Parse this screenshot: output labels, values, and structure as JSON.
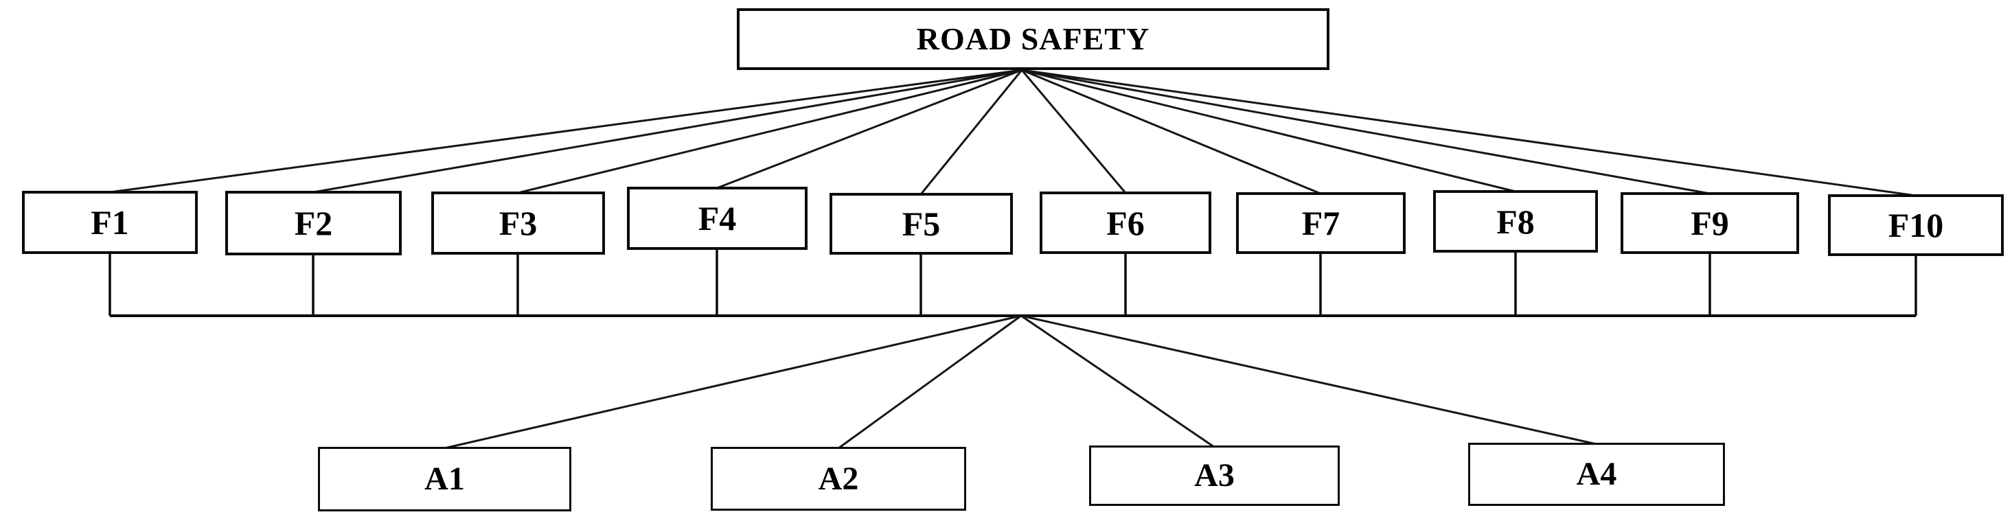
{
  "diagram": {
    "root": {
      "id": "ROOT",
      "label": "ROAD SAFETY"
    },
    "factors": [
      {
        "id": "F1",
        "label": "F1"
      },
      {
        "id": "F2",
        "label": "F2"
      },
      {
        "id": "F3",
        "label": "F3"
      },
      {
        "id": "F4",
        "label": "F4"
      },
      {
        "id": "F5",
        "label": "F5"
      },
      {
        "id": "F6",
        "label": "F6"
      },
      {
        "id": "F7",
        "label": "F7"
      },
      {
        "id": "F8",
        "label": "F8"
      },
      {
        "id": "F9",
        "label": "F9"
      },
      {
        "id": "F10",
        "label": "F10"
      }
    ],
    "alternatives": [
      {
        "id": "A1",
        "label": "A1"
      },
      {
        "id": "A2",
        "label": "A2"
      },
      {
        "id": "A3",
        "label": "A3"
      },
      {
        "id": "A4",
        "label": "A4"
      }
    ],
    "structure": {
      "root_connects_to": [
        "F1",
        "F2",
        "F3",
        "F4",
        "F5",
        "F6",
        "F7",
        "F8",
        "F9",
        "F10"
      ],
      "factors_connect_via_bus_to": [
        "A1",
        "A2",
        "A3",
        "A4"
      ]
    },
    "colors": {
      "line": "#161616",
      "border": "#0a0a0a",
      "background": "#ffffff",
      "text": "#000000"
    }
  }
}
